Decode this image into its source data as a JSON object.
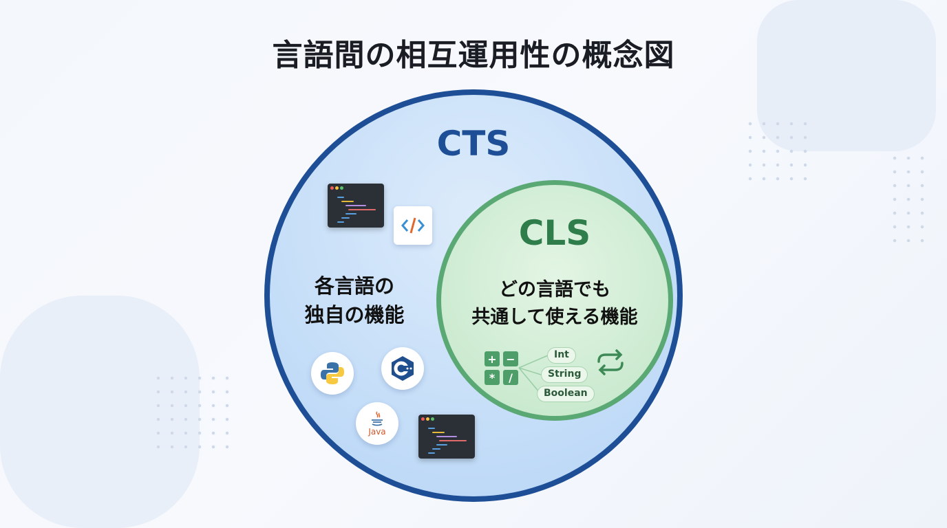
{
  "title": "言語間の相互運用性の概念図",
  "outer": {
    "label": "CTS",
    "description_line1": "各言語の",
    "description_line2": "独自の機能",
    "color": "#1e4f96"
  },
  "inner": {
    "label": "CLS",
    "description_line1": "どの言語でも",
    "description_line2": "共通して使える機能",
    "color": "#2e7d4a"
  },
  "operators": [
    "+",
    "−",
    "*",
    "/"
  ],
  "types": [
    "Int",
    "String",
    "Boolean"
  ],
  "java_label": "Java"
}
